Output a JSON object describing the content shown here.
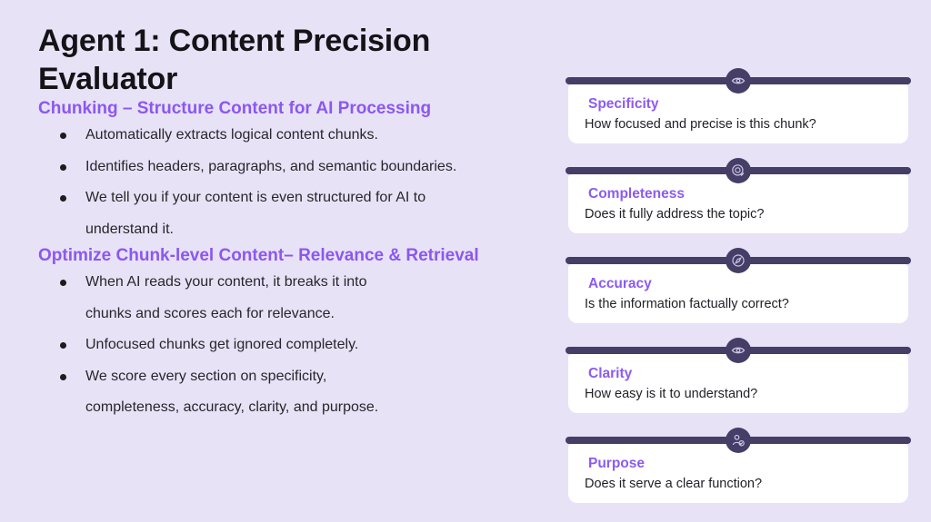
{
  "page": {
    "title": "Agent 1: Content Precision Evaluator"
  },
  "left": {
    "sections": [
      {
        "heading": "Chunking – Structure Content for AI Processing",
        "bullets": [
          "Automatically extracts logical content chunks.",
          "Identifies headers, paragraphs, and semantic boundaries.",
          "We tell you if your content is even structured for AI to\nunderstand it."
        ]
      },
      {
        "heading": "Optimize Chunk-level Content– Relevance & Retrieval",
        "bullets": [
          "When AI reads your content, it breaks it into\nchunks and scores each for relevance.",
          "Unfocused chunks get ignored completely.",
          "We score every section on specificity,\ncompleteness, accuracy, clarity, and purpose."
        ]
      }
    ]
  },
  "cards": [
    {
      "icon": "eye-icon",
      "title": "Specificity",
      "description": "How focused and precise is this chunk?"
    },
    {
      "icon": "target-check-icon",
      "title": "Completeness",
      "description": "Does it fully address the topic?"
    },
    {
      "icon": "compass-icon",
      "title": "Accuracy",
      "description": "Is the information factually correct?"
    },
    {
      "icon": "eye-icon",
      "title": "Clarity",
      "description": "How easy is it to understand?"
    },
    {
      "icon": "user-check-icon",
      "title": "Purpose",
      "description": "Does it serve a clear function?"
    }
  ],
  "colors": {
    "background": "#E8E2F7",
    "card_background": "#FFFFFF",
    "bar": "#453E66",
    "accent_purple": "#8B5BF2",
    "title_text": "#141417",
    "body_text": "#27262C",
    "icon_stroke": "#CBC4E4"
  }
}
